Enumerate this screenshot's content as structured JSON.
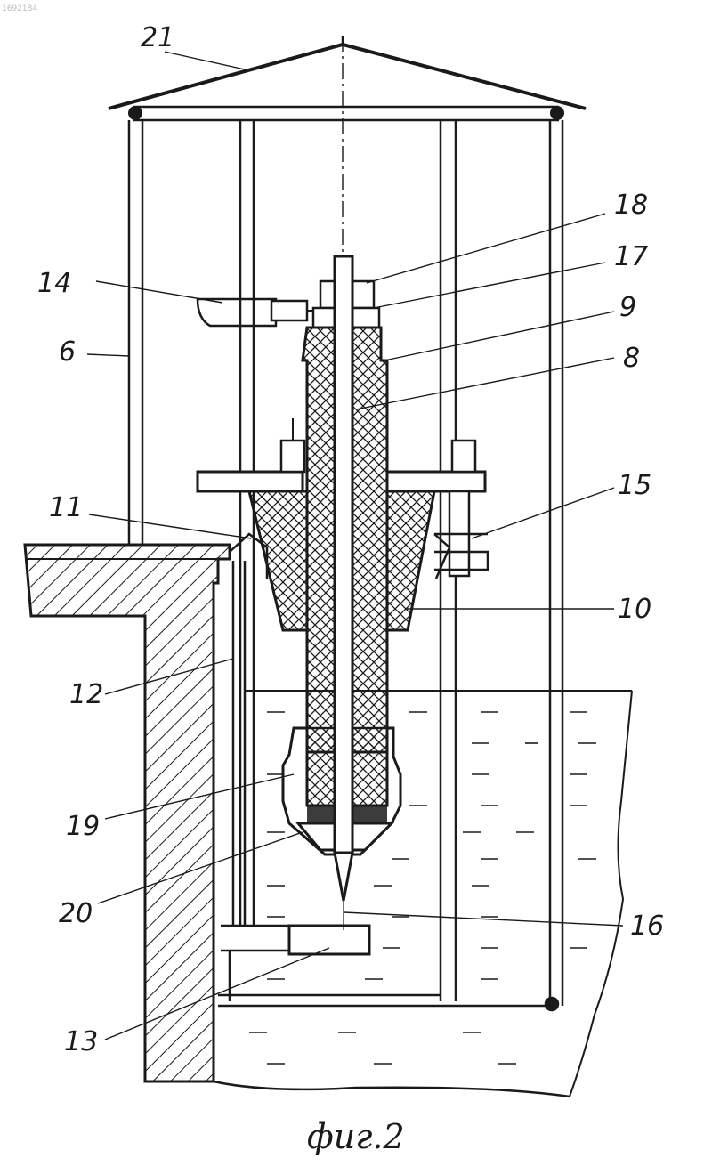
{
  "doc_id": "1692184",
  "caption": "фиг.2",
  "labels": {
    "l21": "21",
    "l18": "18",
    "l17": "17",
    "l14": "14",
    "l9": "9",
    "l6": "6",
    "l8": "8",
    "l11": "11",
    "l15": "15",
    "l10": "10",
    "l12": "12",
    "l19": "19",
    "l20": "20",
    "l16": "16",
    "l13": "13"
  },
  "colors": {
    "ink": "#1a1a1a",
    "paper": "#ffffff",
    "watermark": "#bdbdbd"
  }
}
